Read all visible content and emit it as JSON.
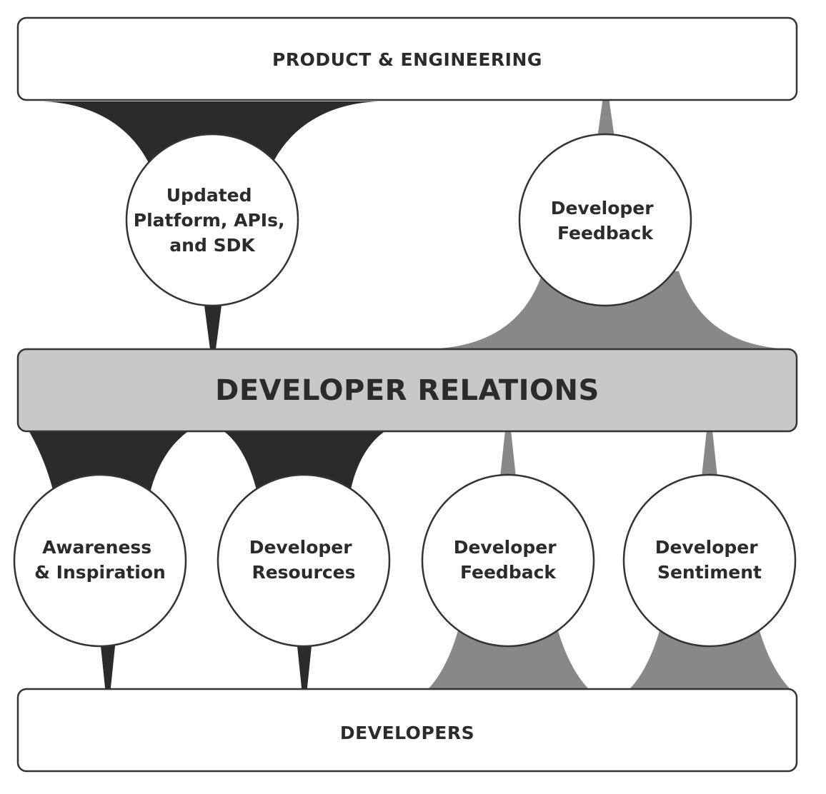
{
  "diagram": {
    "top_bar": {
      "label": "PRODUCT & ENGINEERING"
    },
    "middle_bar": {
      "label": "DEVELOPER RELATIONS"
    },
    "bottom_bar": {
      "label": "DEVELOPERS"
    },
    "nodes": {
      "updated_platform": [
        "Updated",
        "Platform, APIs,",
        "and SDK"
      ],
      "feedback_top": [
        "Developer",
        "Feedback"
      ],
      "awareness": [
        "Awareness",
        "& Inspiration"
      ],
      "resources": [
        "Developer",
        "Resources"
      ],
      "feedback_bottom": [
        "Developer",
        "Feedback"
      ],
      "sentiment": [
        "Developer",
        "Sentiment"
      ]
    },
    "colors": {
      "outline": "#333333",
      "downward_flow": "#2b2b2b",
      "upward_flow": "#888888",
      "middle_fill": "#c8c8c8",
      "node_fill": "#ffffff"
    }
  }
}
